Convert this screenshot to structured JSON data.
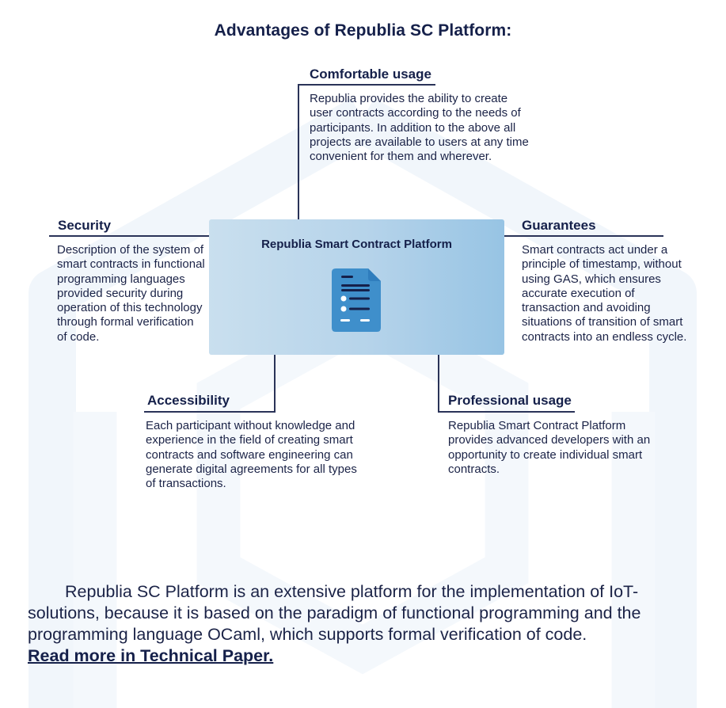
{
  "title": "Advantages of Republia SC Platform:",
  "center": {
    "title": "Republia Smart Contract Platform",
    "icon": "document-list-icon"
  },
  "advantages": {
    "comfortable": {
      "heading": "Comfortable usage",
      "text": "Republia provides the ability to create user contracts according to the needs of participants. In addition to the above all projects are available to users at any time convenient for them and wherever."
    },
    "security": {
      "heading": "Security",
      "text": "Description of the system of smart contracts in functional programming languages provided security during operation of this technology through formal verification of code."
    },
    "guarantees": {
      "heading": "Guarantees",
      "text": "Smart contracts act under a principle of timestamp, without using GAS, which ensures accurate execution of transaction and avoiding situations of transition of smart contracts into an endless cycle."
    },
    "accessibility": {
      "heading": "Accessibility",
      "text": "Each participant without knowledge and experience in the field of creating smart contracts and software engineering can generate digital agreements for all types of transactions."
    },
    "professional": {
      "heading": "Professional usage",
      "text": "Republia Smart Contract Platform provides advanced developers with an opportunity to create individual smart contracts."
    }
  },
  "footer": {
    "text": "Republia SC Platform is an extensive platform for the implementation of IoT-solutions, because it is based on the paradigm of functional programming and the programming language OCaml, which supports formal verification of code.",
    "link": "Read more in Technical Paper."
  },
  "colors": {
    "text_dark": "#15204a",
    "line": "#2a3358",
    "box_start": "#c9dfee",
    "box_end": "#97c4e4",
    "icon_blue": "#3f8fcb",
    "watermark": "#f2f7fb"
  }
}
